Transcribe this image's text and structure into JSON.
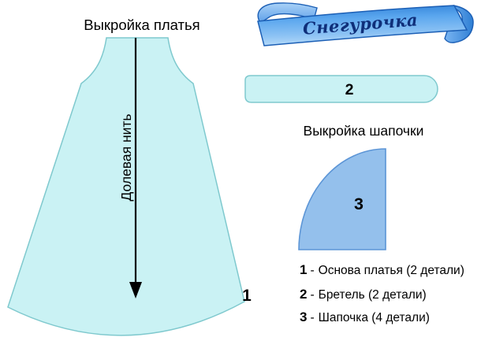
{
  "dress_section": {
    "title": "Выкройка платья",
    "grain_line_label": "Долевая нить",
    "piece_number": "1"
  },
  "banner": {
    "text": "Снегурочка"
  },
  "strap": {
    "piece_number": "2"
  },
  "hat_section": {
    "title": "Выкройка шапочки",
    "piece_number": "3"
  },
  "legend": {
    "separator": "-",
    "items": [
      {
        "number": "1",
        "label": "Основа платья (2 детали)"
      },
      {
        "number": "2",
        "label": "Бретель (2 детали)"
      },
      {
        "number": "3",
        "label": "Шапочка (4 детали)"
      }
    ]
  },
  "colors": {
    "pattern_fill_light": "#caf2f4",
    "pattern_stroke_light": "#7fc9ce",
    "hat_fill": "#94c0ec",
    "hat_stroke": "#5c95d6",
    "ribbon_main": "#4d9fe9",
    "ribbon_outline": "#1c5fb5",
    "ribbon_text": "#0f2f7a",
    "label_text": "#000000"
  }
}
